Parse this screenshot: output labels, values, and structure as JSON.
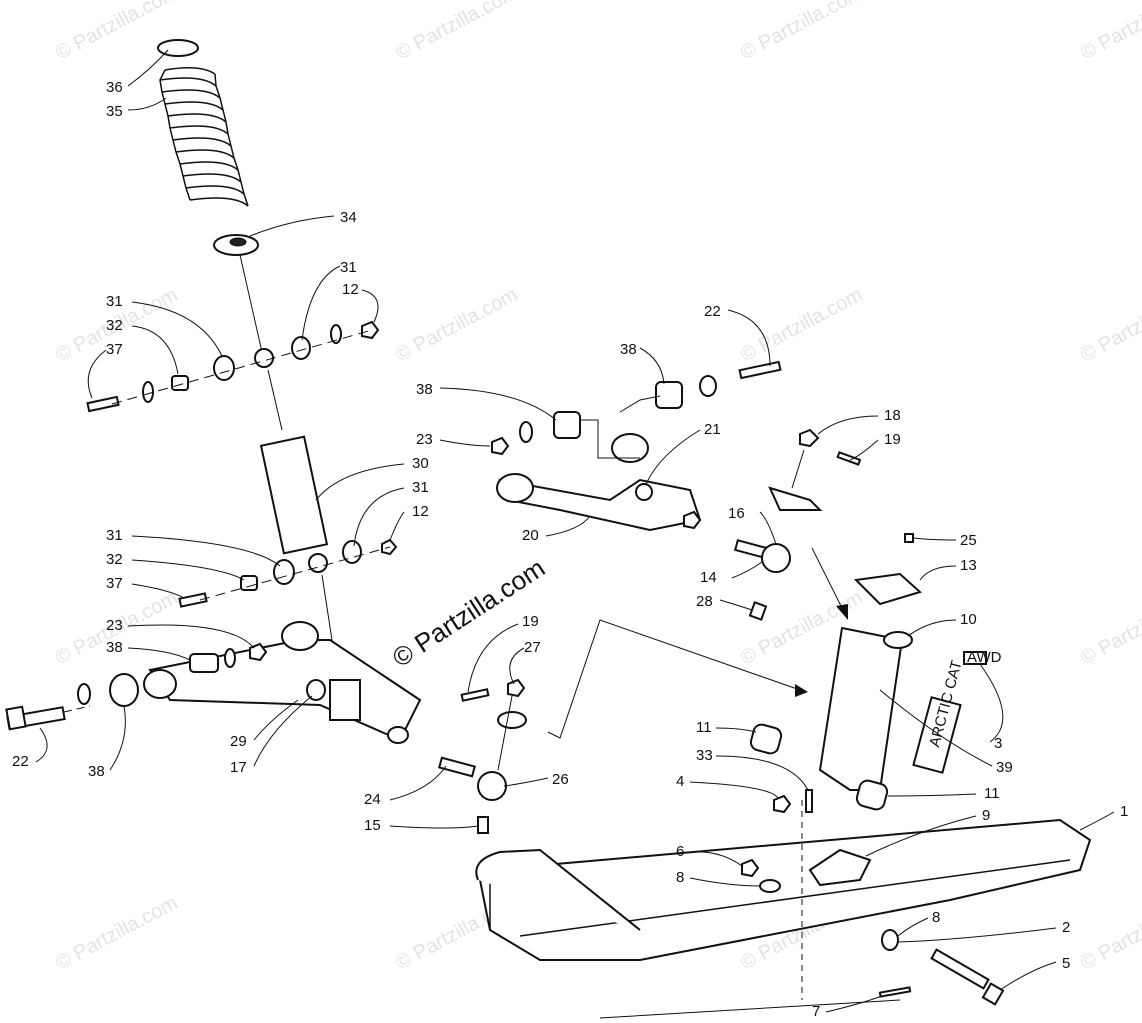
{
  "watermark": "© Partzilla.com",
  "center_watermark": "© Partzilla.com",
  "parts_labels": [
    {
      "label": "36"
    },
    {
      "label": "35"
    },
    {
      "label": "34"
    },
    {
      "label": "31"
    },
    {
      "label": "12"
    },
    {
      "label": "31"
    },
    {
      "label": "32"
    },
    {
      "label": "37"
    },
    {
      "label": "30"
    },
    {
      "label": "31"
    },
    {
      "label": "12"
    },
    {
      "label": "31"
    },
    {
      "label": "32"
    },
    {
      "label": "37"
    },
    {
      "label": "23"
    },
    {
      "label": "38"
    },
    {
      "label": "22"
    },
    {
      "label": "38"
    },
    {
      "label": "29"
    },
    {
      "label": "17"
    },
    {
      "label": "19"
    },
    {
      "label": "27"
    },
    {
      "label": "24"
    },
    {
      "label": "26"
    },
    {
      "label": "15"
    },
    {
      "label": "22"
    },
    {
      "label": "38"
    },
    {
      "label": "38"
    },
    {
      "label": "23"
    },
    {
      "label": "21"
    },
    {
      "label": "20"
    },
    {
      "label": "18"
    },
    {
      "label": "19"
    },
    {
      "label": "16"
    },
    {
      "label": "14"
    },
    {
      "label": "28"
    },
    {
      "label": "25"
    },
    {
      "label": "13"
    },
    {
      "label": "10"
    },
    {
      "label": "3"
    },
    {
      "label": "39"
    },
    {
      "label": "11"
    },
    {
      "label": "33"
    },
    {
      "label": "11"
    },
    {
      "label": "4"
    },
    {
      "label": "9"
    },
    {
      "label": "1"
    },
    {
      "label": "6"
    },
    {
      "label": "8"
    },
    {
      "label": "8"
    },
    {
      "label": "2"
    },
    {
      "label": "5"
    },
    {
      "label": "7"
    }
  ],
  "decal_texts": {
    "arctic_cat": "ARCTIC CAT",
    "awd": "AWD"
  }
}
